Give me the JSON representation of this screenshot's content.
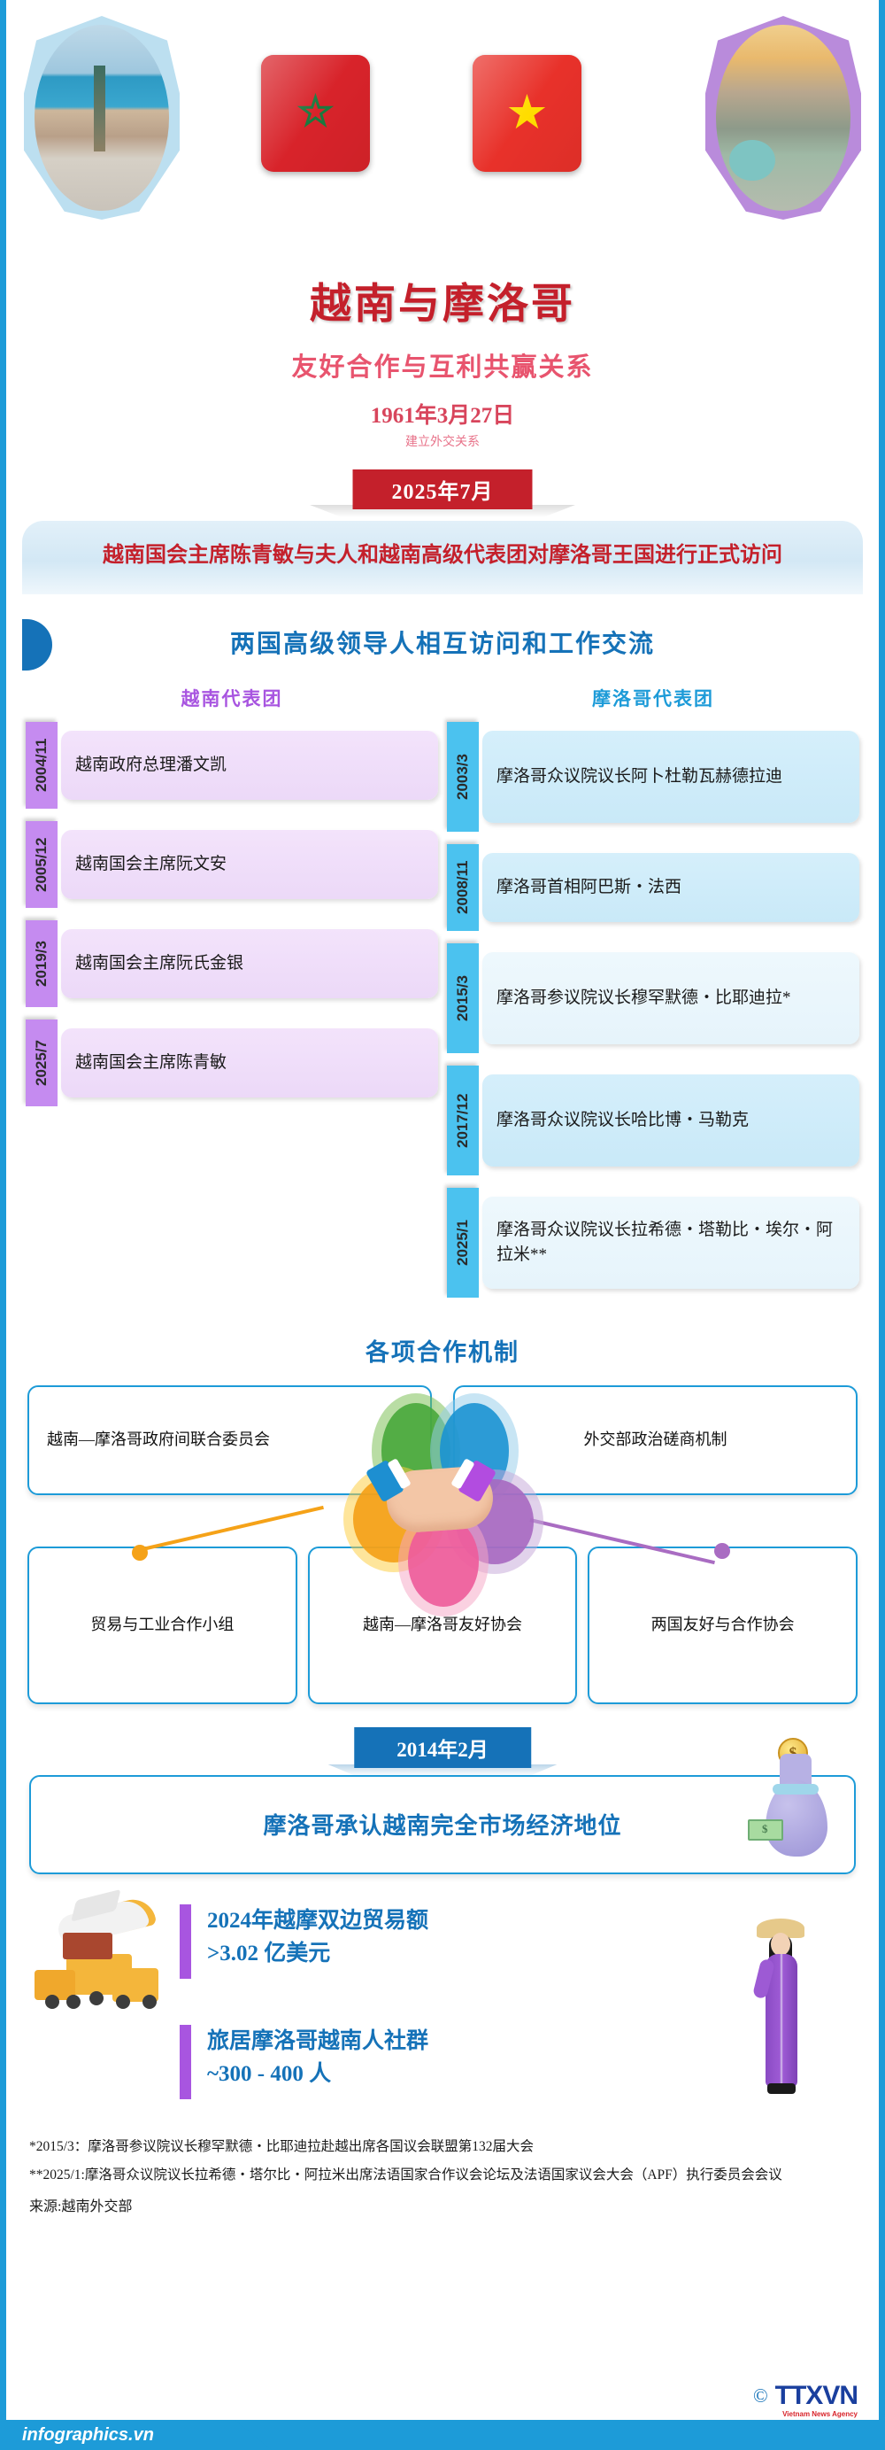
{
  "header": {
    "photo_left_name": "casablanca-photo",
    "photo_right_name": "hanoi-photo",
    "flag_morocco": "morocco-flag",
    "flag_vietnam": "vietnam-flag",
    "main_title": "越南与摩洛哥",
    "sub_title": "友好合作与互利共赢关系",
    "established_date": "1961年3月27日",
    "established_label": "建立外交关系",
    "badge_date": "2025年7月"
  },
  "visit_banner": {
    "text": "越南国会主席陈青敏与夫人和越南高级代表团对摩洛哥王国进行正式访问"
  },
  "exchange_section": {
    "heading": "两国高级领导人相互访问和工作交流",
    "vietnam": {
      "column_title": "越南代表团",
      "items": [
        {
          "date": "2004/11",
          "text": "越南政府总理潘文凯"
        },
        {
          "date": "2005/12",
          "text": "越南国会主席阮文安"
        },
        {
          "date": "2019/3",
          "text": "越南国会主席阮氏金银"
        },
        {
          "date": "2025/7",
          "text": "越南国会主席陈青敏"
        }
      ]
    },
    "morocco": {
      "column_title": "摩洛哥代表团",
      "items": [
        {
          "date": "2003/3",
          "text": "摩洛哥众议院议长阿卜杜勒瓦赫德拉迪"
        },
        {
          "date": "2008/11",
          "text": "摩洛哥首相阿巴斯・法西"
        },
        {
          "date": "2015/3",
          "text": "摩洛哥参议院议长穆罕默德・比耶迪拉*"
        },
        {
          "date": "2017/12",
          "text": "摩洛哥众议院议长哈比博・马勒克"
        },
        {
          "date": "2025/1",
          "text": "摩洛哥众议院议长拉希德・塔勒比・埃尔・阿拉米**"
        }
      ]
    }
  },
  "cooperation": {
    "heading": "各项合作机制",
    "top": [
      {
        "text": "越南—摩洛哥政府间联合委员会"
      },
      {
        "text": "外交部政治磋商机制"
      }
    ],
    "bottom": [
      {
        "text": "贸易与工业合作小组"
      },
      {
        "text": "越南—摩洛哥友好协会"
      },
      {
        "text": "两国友好与合作协会"
      }
    ],
    "graphic": "handshake-petals-icon"
  },
  "market": {
    "badge_date": "2014年2月",
    "text": "摩洛哥承认越南完全市场经济地位",
    "icon": "money-bag-icon"
  },
  "stats": {
    "items": [
      {
        "label": "2024年越摩双边贸易额",
        "value": ">3.02 亿美元",
        "icon": "cargo-transport-icon"
      },
      {
        "label": "旅居摩洛哥越南人社群",
        "value": "~300 - 400 人",
        "icon": "ao-dai-woman-icon"
      }
    ],
    "accent_color": "#a855e0"
  },
  "footnotes": [
    "*2015/3：摩洛哥参议院议长穆罕默德・比耶迪拉赴越出席各国议会联盟第132届大会",
    "**2025/1:摩洛哥众议院议长拉希德・塔尔比・阿拉米出席法语国家合作议会论坛及法语国家议会大会（APF）执行委员会会议"
  ],
  "source": "来源:越南外交部",
  "footer": {
    "site": "infographics.vn",
    "copyright": "©",
    "agency": "TTXVN",
    "agency_sub": "Vietnam News Agency"
  },
  "colors": {
    "brand_blue": "#1d9bd8",
    "deep_blue": "#1572b8",
    "red": "#c4202b",
    "pink": "#e8546e",
    "purple": "#a855e0",
    "cyan": "#4bc2ef"
  }
}
